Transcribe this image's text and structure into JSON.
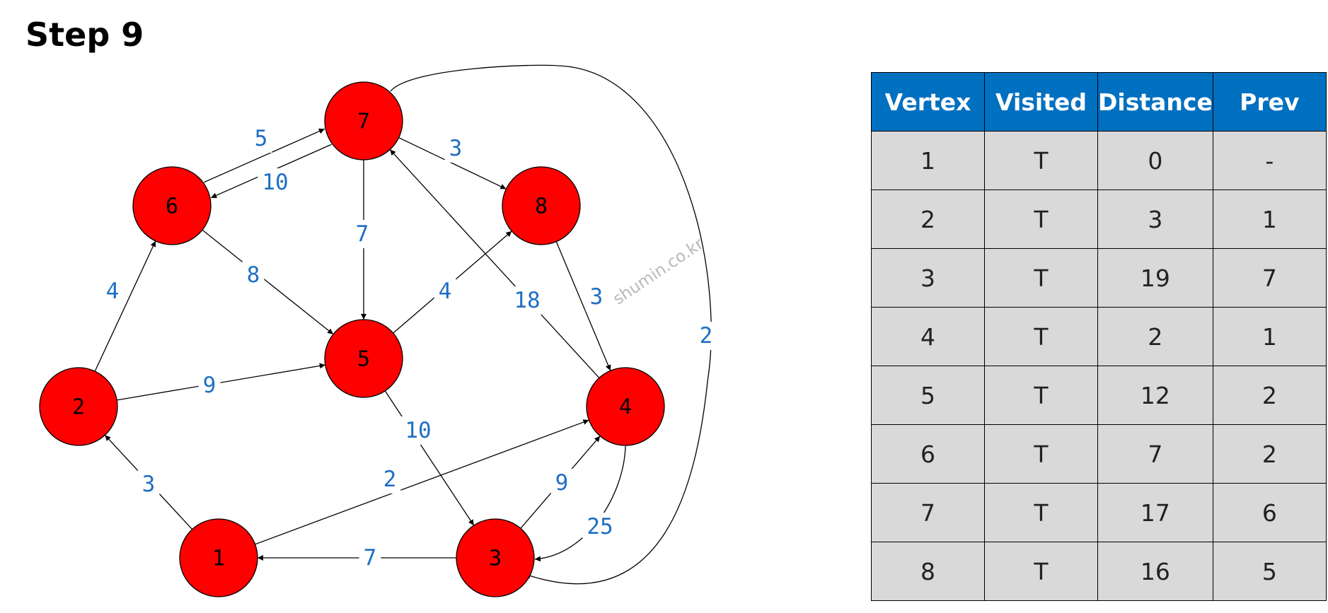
{
  "title": "Step 9",
  "watermark": "shumin.co.kr",
  "graph": {
    "nodes": [
      {
        "id": "1",
        "label": "1"
      },
      {
        "id": "2",
        "label": "2"
      },
      {
        "id": "3",
        "label": "3"
      },
      {
        "id": "4",
        "label": "4"
      },
      {
        "id": "5",
        "label": "5"
      },
      {
        "id": "6",
        "label": "6"
      },
      {
        "id": "7",
        "label": "7"
      },
      {
        "id": "8",
        "label": "8"
      }
    ],
    "edges": [
      {
        "from": "1",
        "to": "2",
        "weight": "3"
      },
      {
        "from": "1",
        "to": "4",
        "weight": "2"
      },
      {
        "from": "2",
        "to": "6",
        "weight": "4"
      },
      {
        "from": "2",
        "to": "5",
        "weight": "9"
      },
      {
        "from": "3",
        "to": "1",
        "weight": "7"
      },
      {
        "from": "3",
        "to": "4",
        "weight": "9"
      },
      {
        "from": "4",
        "to": "3",
        "weight": "25"
      },
      {
        "from": "4",
        "to": "7",
        "weight": "18"
      },
      {
        "from": "5",
        "to": "3",
        "weight": "10"
      },
      {
        "from": "5",
        "to": "8",
        "weight": "4"
      },
      {
        "from": "6",
        "to": "7",
        "weight": "10"
      },
      {
        "from": "6",
        "to": "5",
        "weight": "8"
      },
      {
        "from": "7",
        "to": "6",
        "weight": "5"
      },
      {
        "from": "7",
        "to": "5",
        "weight": "7"
      },
      {
        "from": "7",
        "to": "8",
        "weight": "3"
      },
      {
        "from": "7",
        "to": "3",
        "weight": "2"
      },
      {
        "from": "8",
        "to": "4",
        "weight": "3"
      }
    ]
  },
  "table": {
    "headers": [
      "Vertex",
      "Visited",
      "Distance",
      "Prev"
    ],
    "rows": [
      [
        "1",
        "T",
        "0",
        "-"
      ],
      [
        "2",
        "T",
        "3",
        "1"
      ],
      [
        "3",
        "T",
        "19",
        "7"
      ],
      [
        "4",
        "T",
        "2",
        "1"
      ],
      [
        "5",
        "T",
        "12",
        "2"
      ],
      [
        "6",
        "T",
        "7",
        "2"
      ],
      [
        "7",
        "T",
        "17",
        "6"
      ],
      [
        "8",
        "T",
        "16",
        "5"
      ]
    ]
  }
}
